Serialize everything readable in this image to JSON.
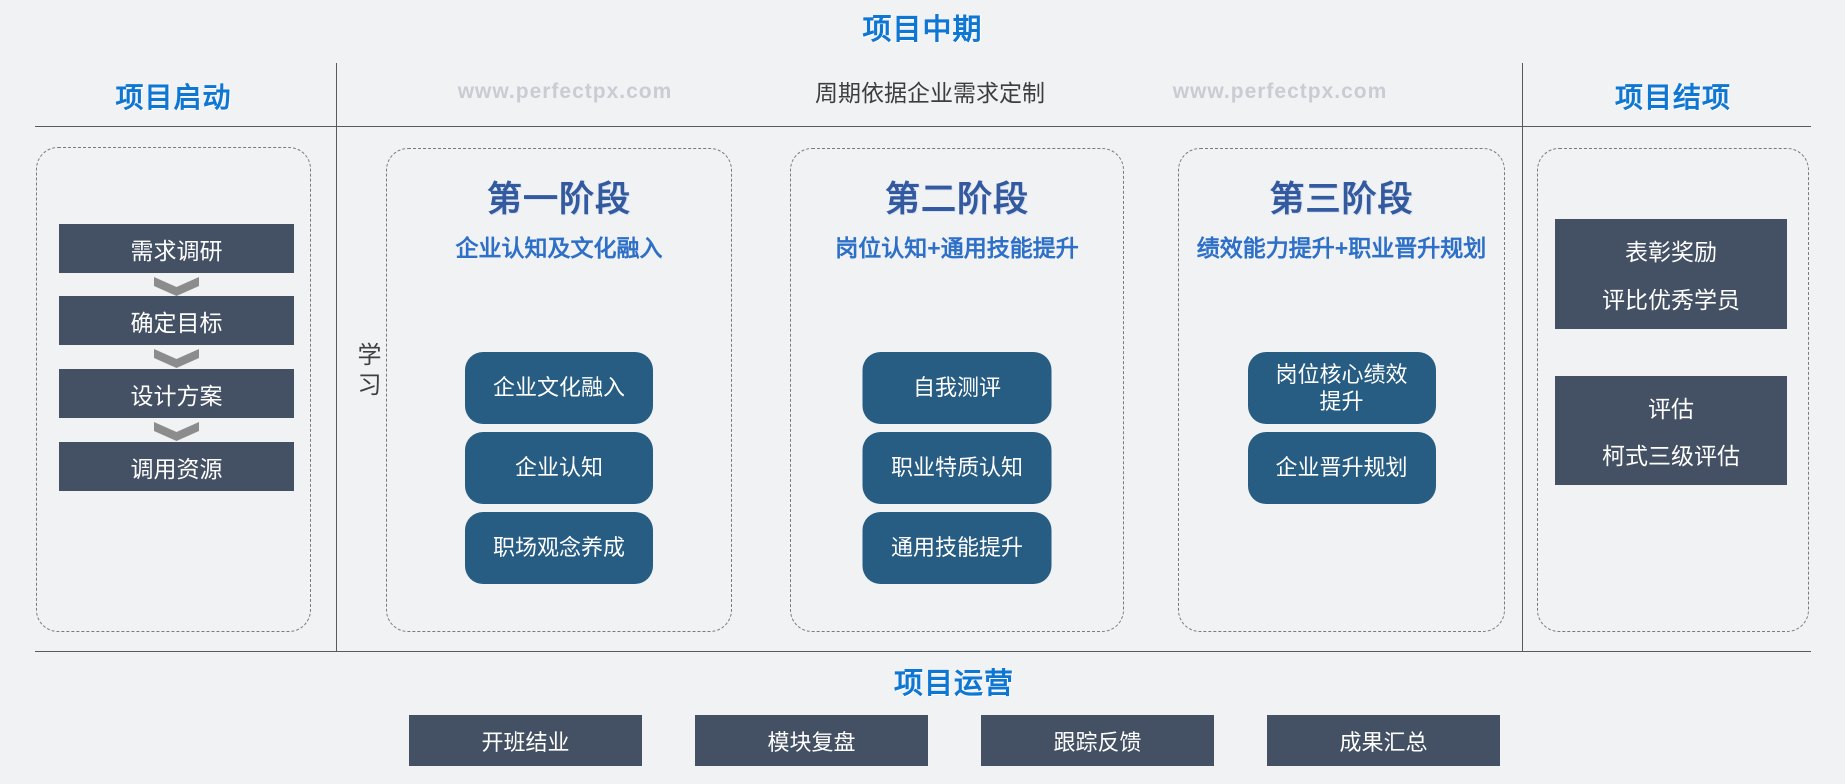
{
  "top": {
    "title": "项目中期"
  },
  "header": {
    "left_title": "项目启动",
    "watermark_left": "www.perfectpx.com",
    "note": "周期依据企业需求定制",
    "watermark_right": "www.perfectpx.com",
    "right_title": "项目结项"
  },
  "left_section": {
    "steps": [
      "需求调研",
      "确定目标",
      "设计方案",
      "调用资源"
    ]
  },
  "middle_section": {
    "side_label": "学习",
    "phases": [
      {
        "title": "第一阶段",
        "subtitle": "企业认知及文化融入",
        "items": [
          "企业文化融入",
          "企业认知",
          "职场观念养成"
        ]
      },
      {
        "title": "第二阶段",
        "subtitle": "岗位认知+通用技能提升",
        "items": [
          "自我测评",
          "职业特质认知",
          "通用技能提升"
        ]
      },
      {
        "title": "第三阶段",
        "subtitle": "绩效能力提升+职业晋升规划",
        "items": [
          "岗位核心绩效提升",
          "企业晋升规划"
        ]
      }
    ]
  },
  "right_section": {
    "boxes": [
      {
        "line1": "表彰奖励",
        "line2": "评比优秀学员"
      },
      {
        "line1": "评估",
        "line2": "柯式三级评估"
      }
    ]
  },
  "bottom_section": {
    "title": "项目运营",
    "items": [
      "开班结业",
      "模块复盘",
      "跟踪反馈",
      "成果汇总"
    ]
  },
  "colors": {
    "accent_blue": "#0e76d3",
    "phase_title_navy": "#33599e",
    "phase_subtitle_blue": "#2e70c7",
    "slate_gray": "#445063",
    "button_blue": "#275c83",
    "watermark_gray": "#c9ccd2",
    "background": "#f1f2f4"
  }
}
